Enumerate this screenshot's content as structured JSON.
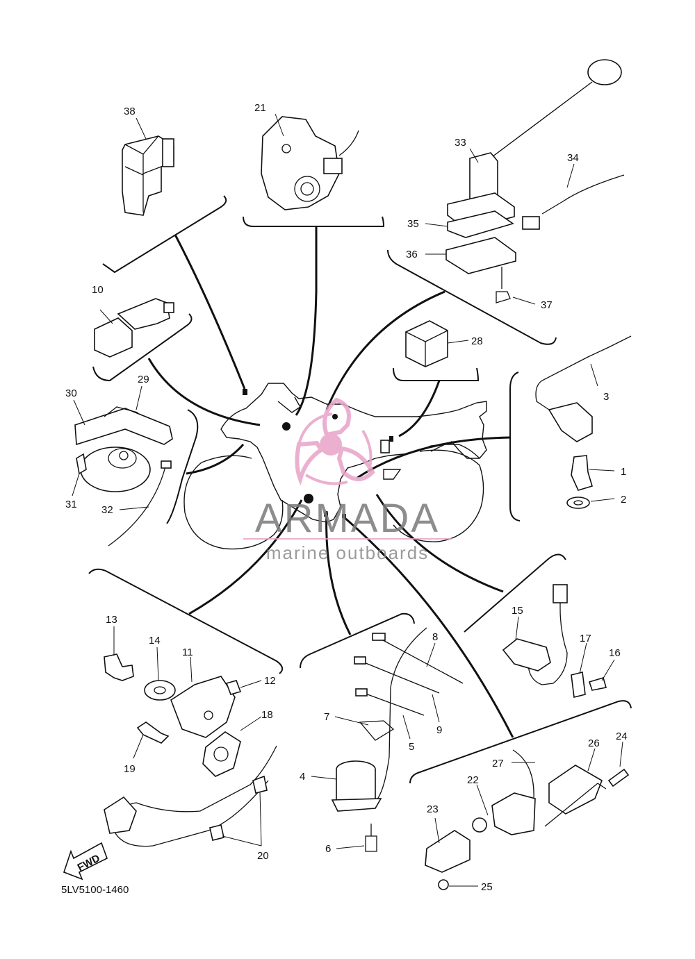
{
  "diagram": {
    "drawing_code": "5LV5100-1460",
    "fwd_label": "FWD",
    "callouts": [
      "1",
      "2",
      "3",
      "4",
      "5",
      "6",
      "7",
      "8",
      "9",
      "10",
      "11",
      "12",
      "13",
      "14",
      "15",
      "16",
      "17",
      "18",
      "19",
      "20",
      "21",
      "22",
      "23",
      "24",
      "25",
      "26",
      "27",
      "28",
      "29",
      "30",
      "31",
      "32",
      "33",
      "34",
      "35",
      "36",
      "37",
      "38"
    ]
  },
  "watermark": {
    "brand": "ARMADA",
    "tagline": "marine outboards",
    "color": "#e8a3c8"
  }
}
